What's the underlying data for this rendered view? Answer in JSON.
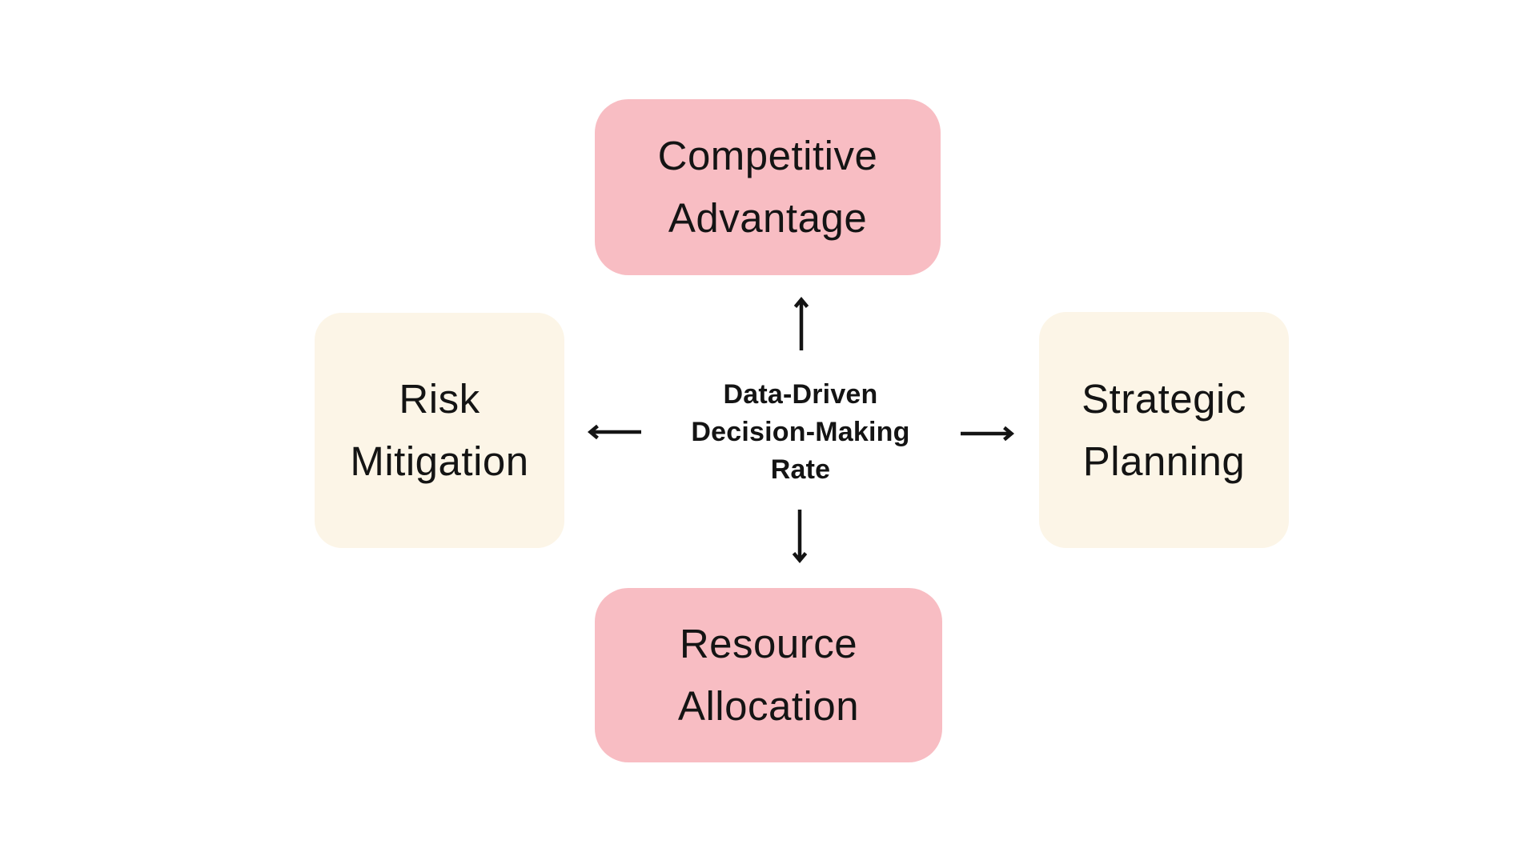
{
  "colors": {
    "background": "#FFFFFF",
    "node_pink": "#F8BDC3",
    "node_cream": "#FCF5E7",
    "ink": "#141414"
  },
  "center": {
    "label": "Data-Driven\nDecision-Making\nRate"
  },
  "nodes": {
    "top": {
      "label": "Competitive\nAdvantage"
    },
    "right": {
      "label": "Strategic\nPlanning"
    },
    "bottom": {
      "label": "Resource\nAllocation"
    },
    "left": {
      "label": "Risk\nMitigation"
    }
  },
  "icons": {
    "arrow_up": "↑",
    "arrow_right": "→",
    "arrow_down": "↓",
    "arrow_left": "←"
  }
}
